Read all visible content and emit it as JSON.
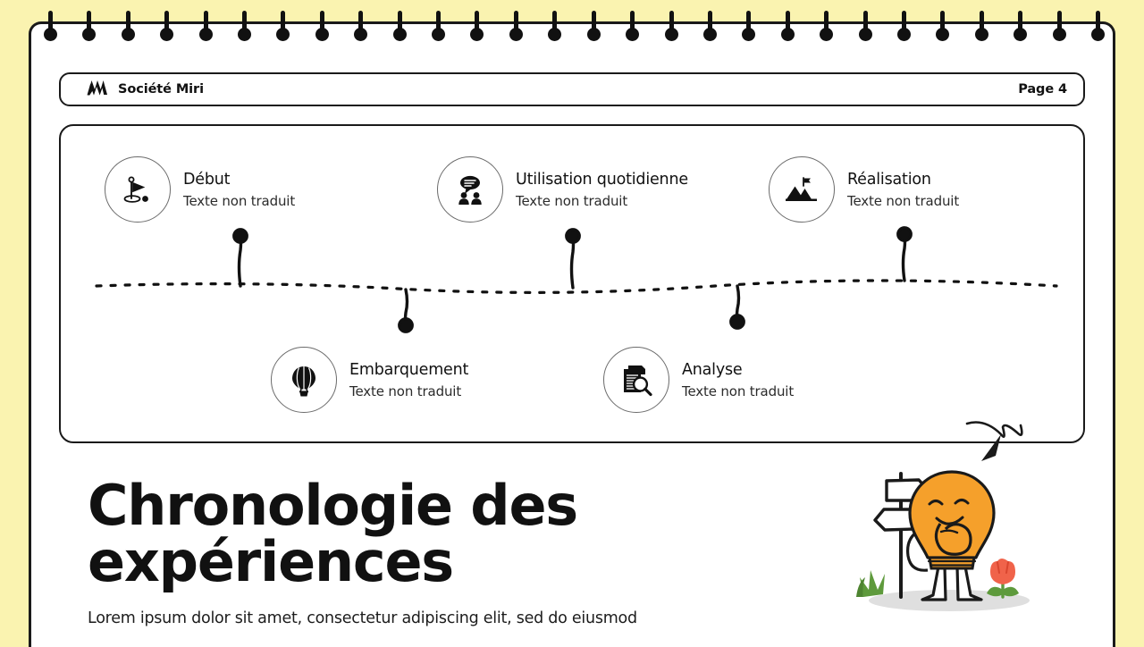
{
  "theme": {
    "background": "#FAF3B0",
    "paper": "#FFFFFF",
    "ink": "#1a1a1a",
    "accent_orange": "#F5A02B",
    "flower_red": "#F0634A",
    "leaf_green": "#5E9A3C"
  },
  "header": {
    "logo_icon": "zigzag-m-logo-icon",
    "brand": "Société Miri",
    "page_label": "Page 4"
  },
  "timeline": {
    "milestones": [
      {
        "title": "Début",
        "subtitle": "Texte non traduit",
        "icon": "golf-flag-icon",
        "row": "top"
      },
      {
        "title": "Embarquement",
        "subtitle": "Texte non traduit",
        "icon": "hot-air-balloon-icon",
        "row": "bottom"
      },
      {
        "title": "Utilisation quotidienne",
        "subtitle": "Texte non traduit",
        "icon": "people-speech-bubble-icon",
        "row": "top"
      },
      {
        "title": "Analyse",
        "subtitle": "Texte non traduit",
        "icon": "document-magnifier-icon",
        "row": "bottom"
      },
      {
        "title": "Réalisation",
        "subtitle": "Texte non traduit",
        "icon": "mountain-flag-icon",
        "row": "top"
      }
    ]
  },
  "footer": {
    "title": "Chronologie des expériences",
    "subtitle": "Lorem ipsum dolor sit amet, consectetur adipiscing elit, sed do eiusmod",
    "illustration": "thinking-lightbulb-character-with-signpost"
  }
}
